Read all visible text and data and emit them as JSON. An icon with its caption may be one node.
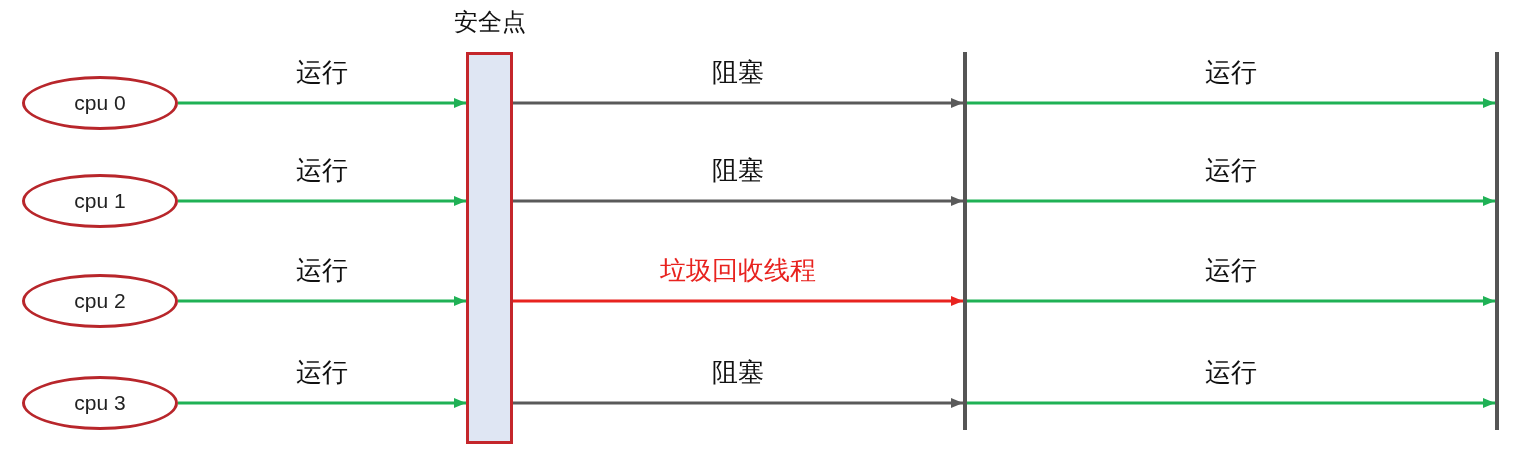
{
  "diagram": {
    "nodes": [
      {
        "text": [
          "cpu 0"
        ]
      },
      {
        "text": [
          "cpu 1"
        ]
      },
      {
        "text": [
          "cpu 2"
        ]
      },
      {
        "text": [
          "cpu 3"
        ]
      },
      {
        "text": [
          "安全点"
        ]
      },
      {
        "text": [],
        "shape": "bar"
      },
      {
        "text": [],
        "shape": "bar"
      }
    ],
    "edges": [
      {
        "from": 0,
        "to": 4,
        "arrow": "to",
        "label": "运行"
      },
      {
        "from": 4,
        "to": 5,
        "arrow": "to",
        "label": "阻塞",
        "color": "#5a5a5a"
      },
      {
        "from": 5,
        "to": 6,
        "arrow": "to",
        "label": "运行"
      },
      {
        "from": 1,
        "to": 4,
        "arrow": "to",
        "label": "运行"
      },
      {
        "from": 4,
        "to": 5,
        "arrow": "to",
        "label": "阻塞",
        "color": "#5a5a5a"
      },
      {
        "from": 5,
        "to": 6,
        "arrow": "to",
        "label": "运行"
      },
      {
        "from": 2,
        "to": 4,
        "arrow": "to",
        "label": "运行"
      },
      {
        "from": 4,
        "to": 5,
        "arrow": "to",
        "label": "垃圾回收线程",
        "color": "#e8231f"
      },
      {
        "from": 5,
        "to": 6,
        "arrow": "to",
        "label": "运行"
      },
      {
        "from": 3,
        "to": 4,
        "arrow": "to",
        "label": "运行"
      },
      {
        "from": 4,
        "to": 5,
        "arrow": "to",
        "label": "阻塞",
        "color": "#5a5a5a"
      },
      {
        "from": 5,
        "to": 6,
        "arrow": "to",
        "label": "运行"
      }
    ]
  }
}
